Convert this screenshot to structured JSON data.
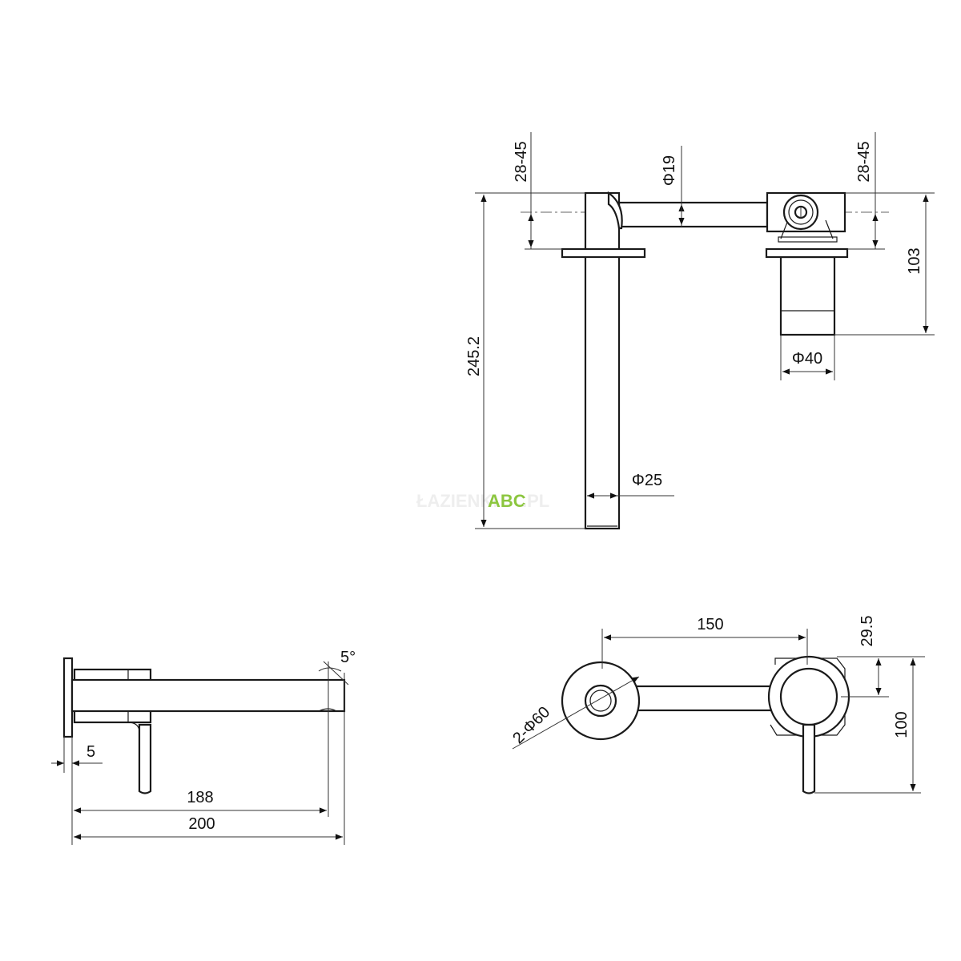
{
  "watermark": {
    "prefix": "ŁAZIENKI",
    "brand": "ABC",
    "suffix": ".PL",
    "brand_color": "#8cc63f"
  },
  "top_view": {
    "dim_left_wall": "28-45",
    "dim_pipe_dia": "Φ19",
    "dim_right_wall": "28-45",
    "dim_height_valve": "103",
    "dim_valve_dia": "Φ40",
    "dim_spout_length": "245.2",
    "dim_spout_dia": "Φ25"
  },
  "side_view": {
    "dim_angle": "5°",
    "dim_plate": "5",
    "dim_reach_inner": "188",
    "dim_reach_total": "200"
  },
  "front_view": {
    "dim_spacing": "150",
    "dim_rosette": "2-Φ60",
    "dim_offset": "29.5",
    "dim_height": "100"
  }
}
